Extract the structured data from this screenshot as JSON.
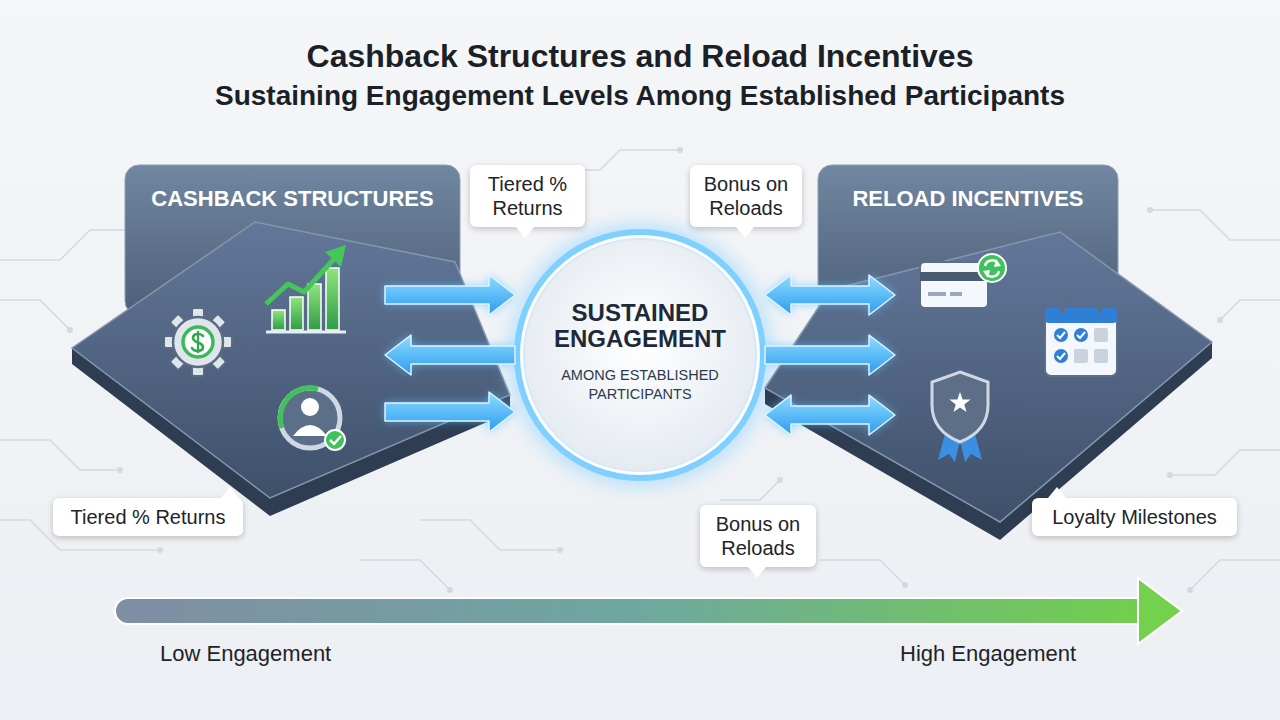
{
  "diagram": {
    "title": "Cashback Structures and Reload Incentives",
    "nodes": [
      {
        "text": [
          "CASHBACK STRUCTURES"
        ]
      },
      {
        "text": [
          "SUSTAINED ENGAGEMENT",
          "AMONG ESTABLISHED PARTICIPANTS"
        ]
      },
      {
        "text": [
          "RELOAD INCENTIVES"
        ]
      }
    ],
    "edges": [
      {
        "from": 0,
        "to": 1,
        "arrow": "to"
      },
      {
        "from": 1,
        "to": 0,
        "arrow": "to"
      },
      {
        "from": 0,
        "to": 1,
        "arrow": "to"
      },
      {
        "from": 1,
        "to": 2,
        "arrow": "both"
      },
      {
        "from": 1,
        "to": 2,
        "arrow": "to"
      },
      {
        "from": 1,
        "to": 2,
        "arrow": "both"
      }
    ],
    "labels": [
      "Sustaining Engagement Levels Among Established Participants",
      "Tiered % Returns",
      "Bonus on Reloads",
      "Tiered % Returns",
      "Bonus on Reloads",
      "Loyalty Milestones",
      "Low Engagement",
      "High Engagement"
    ]
  }
}
